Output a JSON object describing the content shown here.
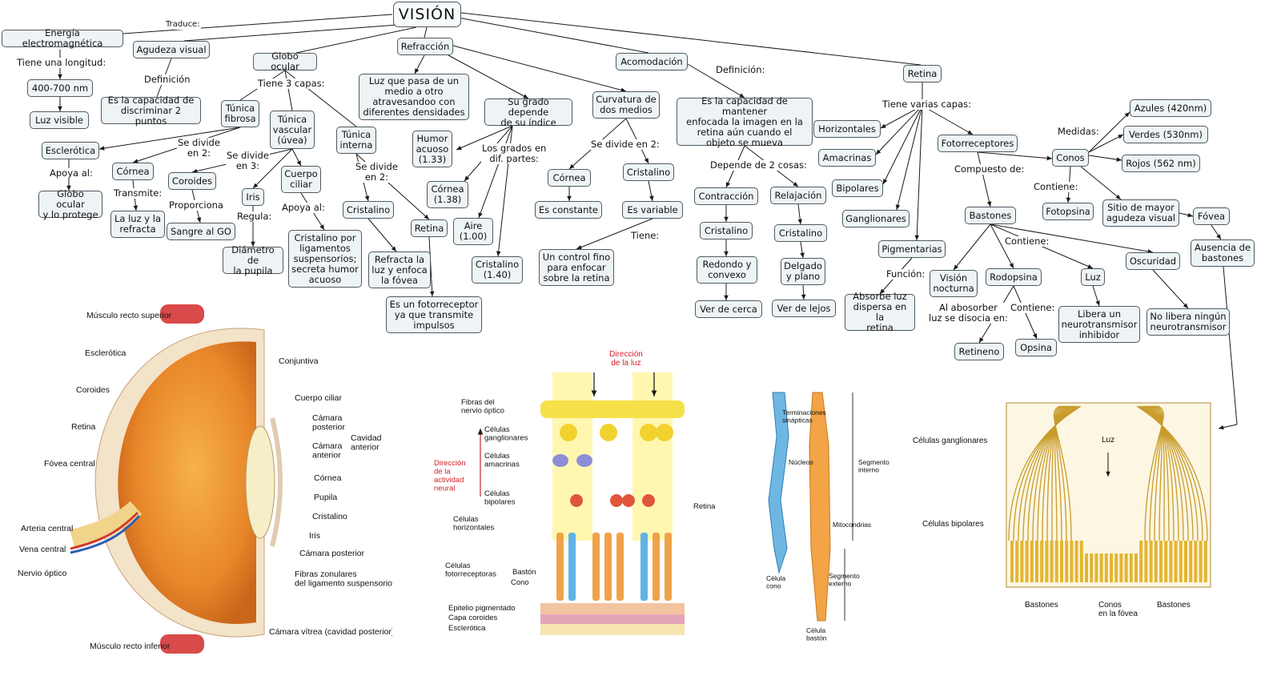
{
  "root": "VISIÓN",
  "nodes": {
    "energia": "Energía electromagnética",
    "rango": "400-700 nm",
    "luz_visible": "Luz visible",
    "agudeza": "Agudeza visual",
    "agudeza_def": "Es la capacidad de\ndiscriminar 2 puntos",
    "globo": "Globo ocular",
    "fibrosa": "Túnica\nfibrosa",
    "vascular": "Túnica\nvascular\n(úvea)",
    "interna": "Túnica\ninterna",
    "esclerotica": "Esclerótica",
    "globo_protege": "Globo ocular\ny lo protege",
    "cornea1": "Córnea",
    "luz_refracta": "La luz y la\nrefracta",
    "coroides": "Coroides",
    "sangre_go": "Sangre al GO",
    "iris": "Iris",
    "diametro": "Diámetro de\nla pupila",
    "cuerpo_ciliar": "Cuerpo\nciliar",
    "cristalino_lig": "Cristalino por\nligamentos\nsuspensorios;\nsecreta humor\nacuoso",
    "cristalino1": "Cristalino",
    "refracta_fovea": "Refracta la\nluz y enfoca\nla fóvea",
    "retina1": "Retina",
    "fotorreceptor": "Es un fotorreceptor\nya que transmite\nimpulsos",
    "refraccion": "Refracción",
    "luz_medio": "Luz que pasa de un\nmedio a otro\natravesandoo con\ndiferentes densidades",
    "grado_indice": "Su grado depende\nde su índice",
    "humor": "Humor\nacuoso\n(1.33)",
    "cornea_138": "Córnea\n(1.38)",
    "aire": "Aire\n(1.00)",
    "cristalino_140": "Cristalino\n(1.40)",
    "curvatura": "Curvatura de\ndos medios",
    "cornea2": "Córnea",
    "constante": "Es constante",
    "cristalino2": "Cristalino",
    "variable": "Es variable",
    "control_fino": "Un control fino\npara enfocar\nsobre la retina",
    "acomodacion": "Acomodación",
    "acom_def": "Es la capacidad de mantener\nenfocada la imagen en la\nretina aún cuando el\nobjeto se mueva",
    "contraccion": "Contracción",
    "cristalino3": "Cristalino",
    "redondo": "Redondo y\nconvexo",
    "cerca": "Ver de cerca",
    "relajacion": "Relajación",
    "cristalino4": "Cristalino",
    "delgado": "Delgado\ny plano",
    "lejos": "Ver de lejos",
    "retina2": "Retina",
    "horizontales": "Horizontales",
    "amacrinas": "Amacrinas",
    "bipolares": "Bipolares",
    "ganglionares": "Ganglionares",
    "pigmentarias": "Pigmentarias",
    "absorbe": "Absorbe luz\ndispersa en la\nretina",
    "fotorreceptores": "Fotorreceptores",
    "bastones": "Bastones",
    "vision_nocturna": "Visión\nnocturna",
    "rodopsina": "Rodopsina",
    "retineno": "Retineno",
    "opsina": "Opsina",
    "luz_n": "Luz",
    "libera": "Libera un\nneurotransmisor\ninhibidor",
    "oscuridad": "Oscuridad",
    "no_libera": "No libera ningún\nneurotransmisor",
    "conos": "Conos",
    "azules": "Azules (420nm)",
    "verdes": "Verdes (530nm)",
    "rojos": "Rojos (562 nm)",
    "fotopsina": "Fotopsina",
    "sitio": "Sitio de mayor\nagudeza visual",
    "fovea": "Fóvea",
    "ausencia": "Ausencia de\nbastones"
  },
  "link_labels": {
    "traduce": "Traduce:",
    "longitud": "Tiene una longitud:",
    "definicion1": "Definición",
    "tres_capas": "Tiene 3 capas:",
    "se_divide_2a": "Se divide\nen 2:",
    "apoya_al1": "Apoya al:",
    "transmite": "Transmite:",
    "se_divide_3": "Se divide\nen 3:",
    "proporciona": "Proporciona",
    "regula": "Regula:",
    "apoya_al2": "Apoya al:",
    "se_divide_2b": "Se divide\nen 2:",
    "grados": "Los grados en\ndif. partes:",
    "se_divide_2c": "Se divide en 2:",
    "tiene": "Tiene:",
    "definicion2": "Definición:",
    "depende": "Depende de 2 cosas:",
    "varias_capas": "Tiene varias capas:",
    "funcion": "Función:",
    "compuesto": "Compuesto de:",
    "contiene1": "Contiene:",
    "se_disocia": "Al abosorber\nluz se disocia en:",
    "contiene2": "Contiene:",
    "medidas": "Medidas:",
    "contiene3": "Contiene:"
  },
  "figure_eye": {
    "labels_left": [
      "Músculo recto superior",
      "Esclerótica",
      "Coroides",
      "Retina",
      "Fóvea central",
      "Arteria central",
      "Vena central",
      "Nervio óptico",
      "Músculo recto inferior"
    ],
    "labels_right": [
      "Conjuntiva",
      "Cuerpo ciliar",
      "Cámara\nposterior",
      "Cámara\nanterior",
      "Cavidad\nanterior",
      "Córnea",
      "Pupila",
      "Cristalino",
      "Iris",
      "Cámara posterior",
      "Fibras zonulares\ndel ligamento suspensorio",
      "Cámara vítrea (cavidad posterior)"
    ]
  },
  "figure_retina": {
    "direction_light": "Dirección\nde la luz",
    "direction_neural": "Dirección\nde la\nactividad\nneural",
    "labels": [
      "Fibras del\nnervio óptico",
      "Células\nganglionares",
      "Células\namacrinas",
      "Células\nbipolares",
      "Células\nhorizontales",
      "Células\nfotorreceptoras",
      "Bastón",
      "Cono",
      "Epitelio pigmentado",
      "Capa coroides",
      "Esclerótica",
      "Retina"
    ]
  },
  "figure_cells": {
    "labels": [
      "Terminaciones\nsinápticas",
      "Núcleos",
      "Mitocondrias",
      "Segmento\ninterno",
      "Segmento\nexterno",
      "Célula\ncono",
      "Célula\nbastón"
    ]
  },
  "figure_fovea": {
    "labels": [
      "Células ganglionares",
      "Células bipolares",
      "Luz",
      "Bastones",
      "Conos\nen la fóvea",
      "Bastones"
    ]
  },
  "colors": {
    "node_fill": "#eef4f6",
    "node_border": "#4f5a63",
    "edge": "#1a1a1a",
    "eye_orange": "#e8862a",
    "retina_yellow": "#f7e14a",
    "direction_red": "#d0202a"
  }
}
